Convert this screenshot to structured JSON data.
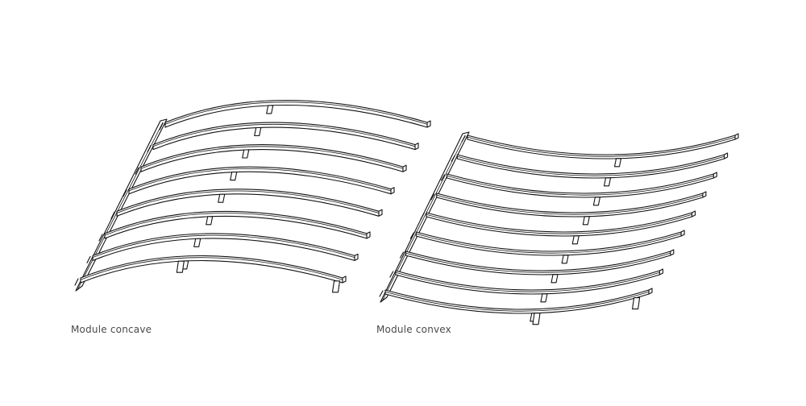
{
  "figure": {
    "modules": [
      {
        "id": "concave",
        "caption": "Module concave"
      },
      {
        "id": "convex",
        "caption": "Module convex"
      }
    ]
  }
}
